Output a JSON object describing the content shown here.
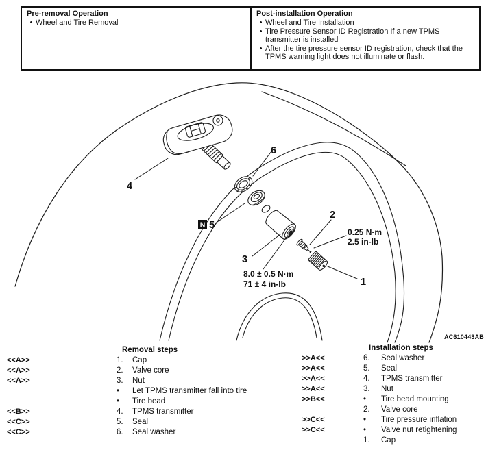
{
  "header_table": {
    "pre": {
      "title": "Pre-removal Operation",
      "bullet": "•",
      "items": [
        "Wheel and Tire Removal"
      ]
    },
    "post": {
      "title": "Post-installation Operation",
      "bullet": "•",
      "items": [
        "Wheel and Tire Installation",
        "Tire Pressure Sensor ID Registration If a new TPMS transmitter is installed",
        "After the tire pressure sensor ID registration, check that the TPMS warning light does not illuminate or flash."
      ]
    }
  },
  "diagram": {
    "figure_code": "AC610443AB",
    "callouts": {
      "c1": "1",
      "c2": "2",
      "c3": "3",
      "c4": "4",
      "c5": "5",
      "c6": "6",
      "n_badge": "N"
    },
    "torques": {
      "nut": {
        "line1": "8.0 ± 0.5 N·m",
        "line2": "71 ± 4 in-lb"
      },
      "valve_core": {
        "line1": "0.25 N·m",
        "line2": "2.5 in-lb"
      }
    }
  },
  "removal": {
    "title": "Removal steps",
    "rows": [
      {
        "marker": "<<A>>",
        "num": "1.",
        "text": "Cap"
      },
      {
        "marker": "<<A>>",
        "num": "2.",
        "text": "Valve core"
      },
      {
        "marker": "<<A>>",
        "num": "3.",
        "text": "Nut"
      },
      {
        "marker": "",
        "num": "•",
        "text": "Let TPMS transmitter fall into tire"
      },
      {
        "marker": "",
        "num": "•",
        "text": "Tire bead"
      },
      {
        "marker": "<<B>>",
        "num": "4.",
        "text": "TPMS transmitter"
      },
      {
        "marker": "<<C>>",
        "num": "5.",
        "text": "Seal"
      },
      {
        "marker": "<<C>>",
        "num": "6.",
        "text": "Seal washer"
      }
    ]
  },
  "installation": {
    "title": "Installation steps",
    "rows": [
      {
        "marker": ">>A<<",
        "num": "6.",
        "text": "Seal washer"
      },
      {
        "marker": ">>A<<",
        "num": "5.",
        "text": "Seal"
      },
      {
        "marker": ">>A<<",
        "num": "4.",
        "text": "TPMS transmitter"
      },
      {
        "marker": ">>A<<",
        "num": "3.",
        "text": "Nut"
      },
      {
        "marker": ">>B<<",
        "num": "•",
        "text": "Tire bead mounting"
      },
      {
        "marker": "",
        "num": "2.",
        "text": "Valve core"
      },
      {
        "marker": ">>C<<",
        "num": "•",
        "text": "Tire pressure inflation"
      },
      {
        "marker": ">>C<<",
        "num": "•",
        "text": "Valve nut retightening"
      },
      {
        "marker": "",
        "num": "1.",
        "text": "Cap"
      }
    ]
  }
}
